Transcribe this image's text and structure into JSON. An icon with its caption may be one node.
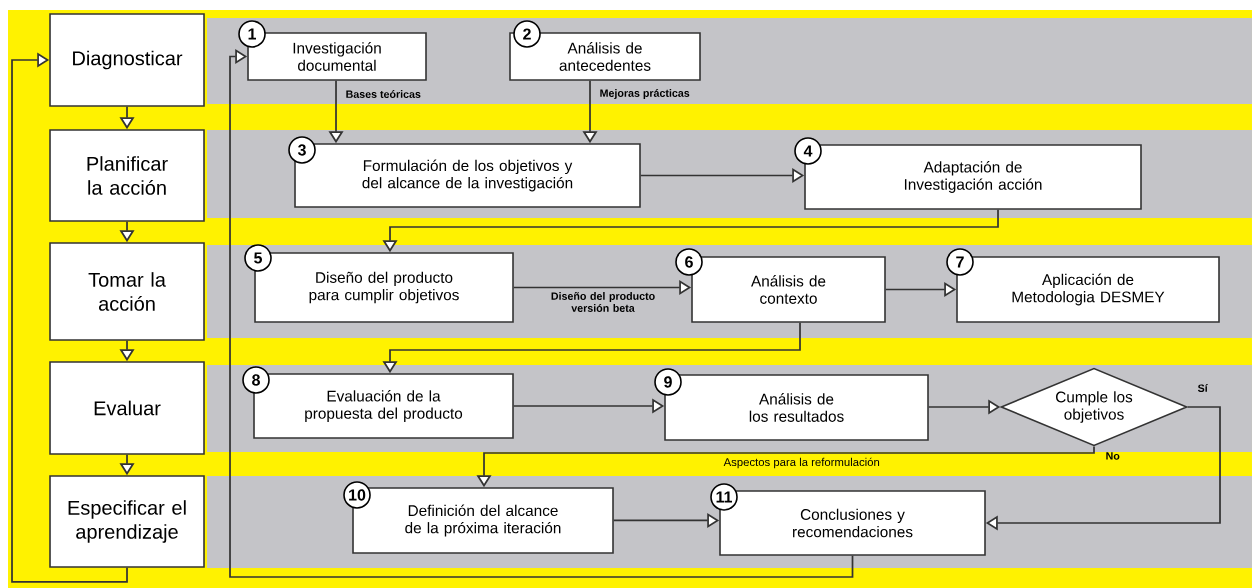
{
  "diagram": {
    "nodes": [
      {
        "text": [
          "Diagnosticar"
        ]
      },
      {
        "text": [
          "Planificar la acción"
        ]
      },
      {
        "text": [
          "Tomar la acción"
        ]
      },
      {
        "text": [
          "Evaluar"
        ]
      },
      {
        "text": [
          "Especificar el aprendizaje"
        ]
      },
      {
        "text": [
          "1",
          "Investigación documental"
        ]
      },
      {
        "text": [
          "2",
          "Análisis de antecedentes"
        ]
      },
      {
        "text": [
          "3",
          "Formulación de los objetivos y del alcance de la investigación"
        ]
      },
      {
        "text": [
          "4",
          "Adaptación de Investigación acción"
        ]
      },
      {
        "text": [
          "5",
          "Diseño del producto para cumplir objetivos"
        ]
      },
      {
        "text": [
          "6",
          "Análisis de contexto"
        ]
      },
      {
        "text": [
          "7",
          "Aplicación de Metodologia DESMEY"
        ]
      },
      {
        "text": [
          "8",
          "Evaluación de la propuesta del producto"
        ]
      },
      {
        "text": [
          "9",
          "Análisis de los resultados"
        ]
      },
      {
        "text": [
          "Cumple los objetivos"
        ]
      },
      {
        "text": [
          "10",
          "Definición del alcance de la próxima iteración"
        ]
      },
      {
        "text": [
          "11",
          "Conclusiones y recomendaciones"
        ]
      }
    ],
    "edges": [
      {
        "from": 0,
        "to": 1,
        "arrow": "to"
      },
      {
        "from": 1,
        "to": 2,
        "arrow": "to"
      },
      {
        "from": 2,
        "to": 3,
        "arrow": "to"
      },
      {
        "from": 3,
        "to": 4,
        "arrow": "to"
      },
      {
        "from": 4,
        "to": 0,
        "arrow": "to"
      },
      {
        "from": 5,
        "to": 7,
        "arrow": "to",
        "label": "Bases teóricas"
      },
      {
        "from": 6,
        "to": 7,
        "arrow": "to",
        "label": "Mejoras prácticas"
      },
      {
        "from": 7,
        "to": 8,
        "arrow": "to"
      },
      {
        "from": 8,
        "to": 9,
        "arrow": "to"
      },
      {
        "from": 9,
        "to": 10,
        "arrow": "to",
        "label": "Diseño del producto versión beta"
      },
      {
        "from": 10,
        "to": 11,
        "arrow": "to"
      },
      {
        "from": 10,
        "to": 12,
        "arrow": "to"
      },
      {
        "from": 12,
        "to": 13,
        "arrow": "to"
      },
      {
        "from": 13,
        "to": 14,
        "arrow": "to"
      },
      {
        "from": 14,
        "to": 16,
        "arrow": "to",
        "label": "Sí"
      },
      {
        "from": 14,
        "to": 15,
        "arrow": "to",
        "label": "No"
      },
      {
        "from": 15,
        "to": 16,
        "arrow": "to"
      },
      {
        "from": 16,
        "to": 5,
        "arrow": "to"
      }
    ],
    "labels": [
      "Aspectos para la reformulación"
    ]
  }
}
